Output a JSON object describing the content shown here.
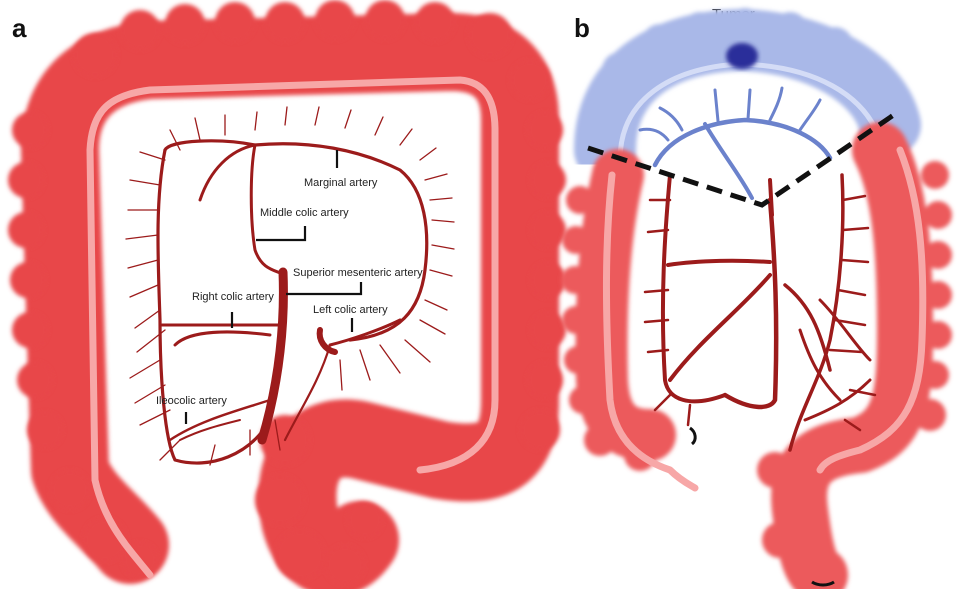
{
  "figure": {
    "panels": [
      {
        "letter": "a",
        "labels": {
          "marginal": "Marginal artery",
          "middle_colic": "Middle colic artery",
          "superior_mesenteric": "Superior mesenteric artery",
          "right_colic": "Right colic artery",
          "left_colic": "Left colic artery",
          "ileocolic": "Ileocolic artery"
        }
      },
      {
        "letter": "b",
        "labels": {
          "tumor": "Tumor"
        }
      }
    ],
    "colors": {
      "colon": "#e8474a",
      "colon_b": "#ec5a5b",
      "lumen": "#f7a7a7",
      "artery": "#9c1b1b",
      "resected_colon": "#a9b8e8",
      "resected_artery": "#6b82cc",
      "tumor": "#2b2f9a",
      "cut_line": "#111111"
    }
  }
}
